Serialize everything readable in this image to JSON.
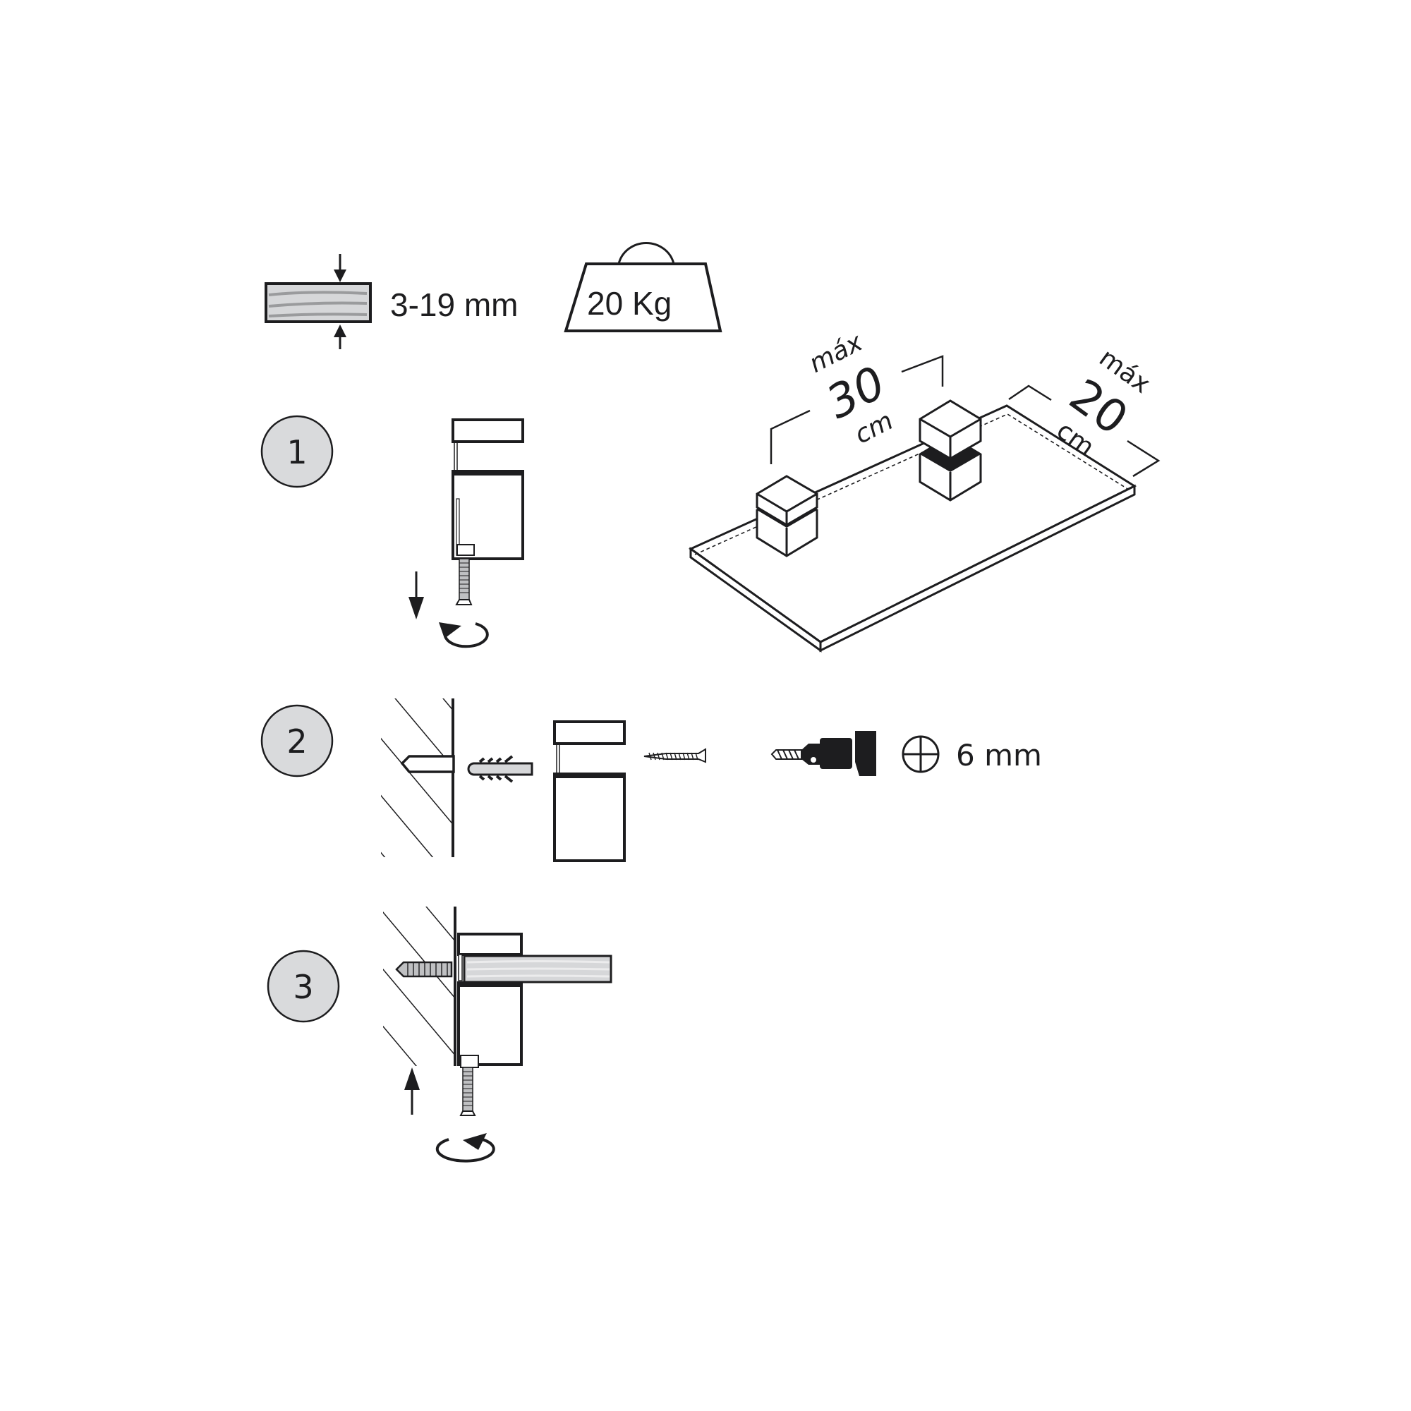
{
  "specs": {
    "thickness_label": "3-19 mm",
    "weight_label": "20 Kg"
  },
  "dimensions": {
    "length": {
      "prefix": "máx",
      "value": "30",
      "unit": "cm"
    },
    "depth": {
      "prefix": "máx",
      "value": "20",
      "unit": "cm"
    }
  },
  "steps": [
    {
      "number": "1"
    },
    {
      "number": "2"
    },
    {
      "number": "3"
    }
  ],
  "drill": {
    "size_label": "6 mm"
  },
  "colors": {
    "ink": "#1d1d1f",
    "step_badge_fill": "#d9dadc",
    "wood_fill": "#d6d7d9",
    "wood_grain": "#9a9b9d"
  }
}
